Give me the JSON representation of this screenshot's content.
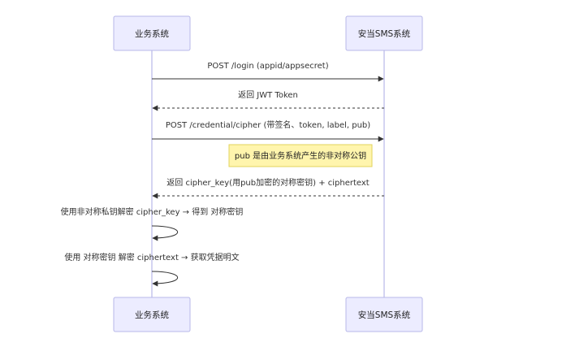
{
  "diagram": {
    "type": "sequence",
    "participants": [
      {
        "id": "biz",
        "label": "业务系统"
      },
      {
        "id": "sms",
        "label": "安当SMS系统"
      }
    ],
    "messages": [
      {
        "from": "biz",
        "to": "sms",
        "label": "POST /login (appid/appsecret)",
        "style": "solid"
      },
      {
        "from": "sms",
        "to": "biz",
        "label": "返回 JWT Token",
        "style": "dashed"
      },
      {
        "from": "biz",
        "to": "sms",
        "label": "POST /credential/cipher (带签名、token, label, pub)",
        "style": "solid"
      },
      {
        "from": "sms",
        "to": "biz",
        "label": "返回 cipher_key(用pub加密的对称密钥) + ciphertext",
        "style": "dashed"
      },
      {
        "from": "biz",
        "to": "biz",
        "label": "使用非对称私钥解密 cipher_key → 得到 对称密钥",
        "style": "self"
      },
      {
        "from": "biz",
        "to": "biz",
        "label": "使用 对称密钥 解密 ciphertext → 获取凭据明文",
        "style": "self"
      }
    ],
    "notes": [
      {
        "over": "sms",
        "position": "left",
        "text": "pub 是由业务系统产生的非对称公钥"
      }
    ]
  }
}
